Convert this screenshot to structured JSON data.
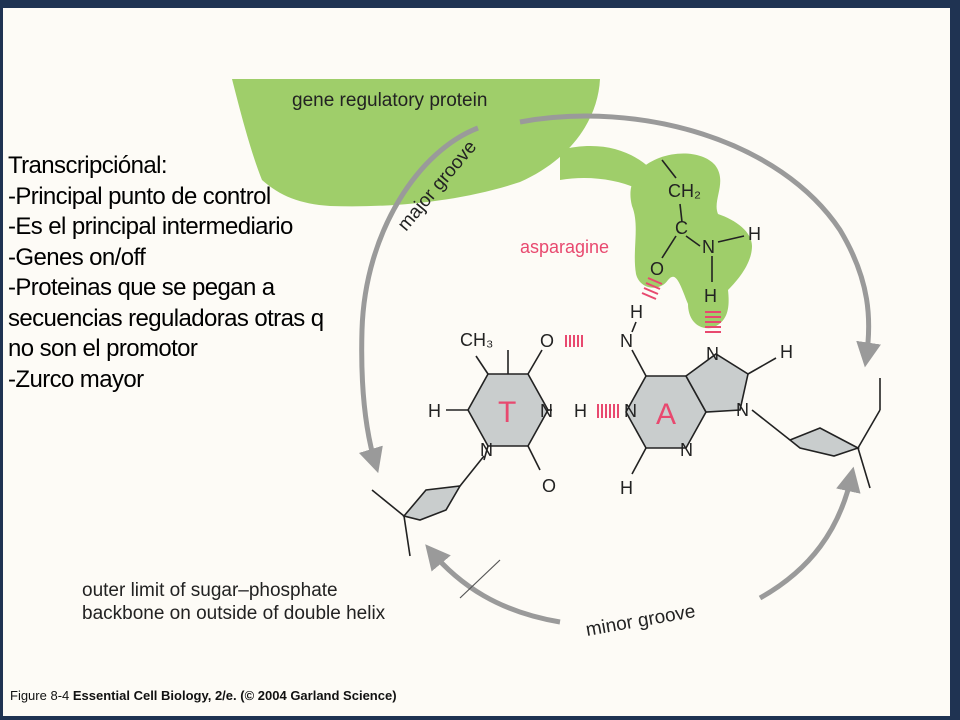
{
  "notes": {
    "lines": [
      "Transcripciónal:",
      "-Principal punto de control",
      "-Es el principal intermediario",
      "-Genes on/off",
      "-Proteinas que se pegan a",
      "secuencias reguladoras otras q",
      "no son el promotor",
      "-Zurco mayor"
    ]
  },
  "figure": {
    "protein_label": "gene regulatory protein",
    "major_groove": "major groove",
    "minor_groove": "minor groove",
    "asparagine": "asparagine",
    "backbone_line1": "outer limit of sugar–phosphate",
    "backbone_line2": "backbone on outside of double helix",
    "base_t": "T",
    "base_a": "A",
    "atoms": {
      "ch2": "CH₂",
      "c": "C",
      "o_asn": "O",
      "n_asn": "N",
      "h_asn1": "H",
      "h_asn2": "H",
      "h_amine": "H",
      "n_amine": "N",
      "o_t_top": "O",
      "ch3": "CH₃",
      "h_t": "H",
      "n_t_right": "N",
      "h_t_right": "H",
      "n_t_bottom": "N",
      "o_t_bottom": "O",
      "n_a_left": "N",
      "n_a_top_right": "N",
      "h_a_right": "H",
      "n_a_right": "N",
      "n_a_bottom": "N",
      "h_a_bottom": "H"
    }
  },
  "caption": {
    "figure_no": "Figure 8-4",
    "source": "Essential Cell Biology, 2/e.",
    "copyright": "(© 2004 Garland Science)"
  },
  "colors": {
    "protein": "#9fce6a",
    "arrows": "#9a9a9a",
    "bases": "#c9cdcd",
    "base_letters": "#e8496f",
    "hbond": "#e8496f",
    "frame": "#1f3352"
  }
}
